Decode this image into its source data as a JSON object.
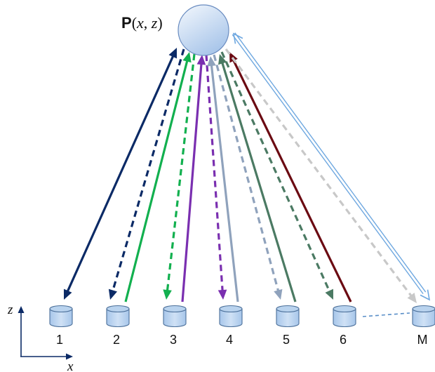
{
  "point": {
    "prefix": "P",
    "open": "(",
    "x_var": "x",
    "sep": ", ",
    "z_var": "z",
    "close": ")"
  },
  "sensors": [
    {
      "label": "1"
    },
    {
      "label": "2"
    },
    {
      "label": "3"
    },
    {
      "label": "4"
    },
    {
      "label": "5"
    },
    {
      "label": "6"
    },
    {
      "label": "M"
    }
  ],
  "axes": {
    "vertical": "z",
    "horizontal": "x"
  },
  "colors": {
    "navy": "#0b2a66",
    "green": "#12b04f",
    "purple": "#7a2fb0",
    "slate": "#8fa2bc",
    "teal": "#4b7a63",
    "maroon": "#6b0a12",
    "lightgray": "#c8c8c8",
    "lightblue": "#6fa8e0",
    "sensor_fill": "#b9d3ee",
    "sensor_stroke": "#4b6f99",
    "link_dash": "#5a8fc8",
    "circle_stroke": "#6a8cc0"
  }
}
